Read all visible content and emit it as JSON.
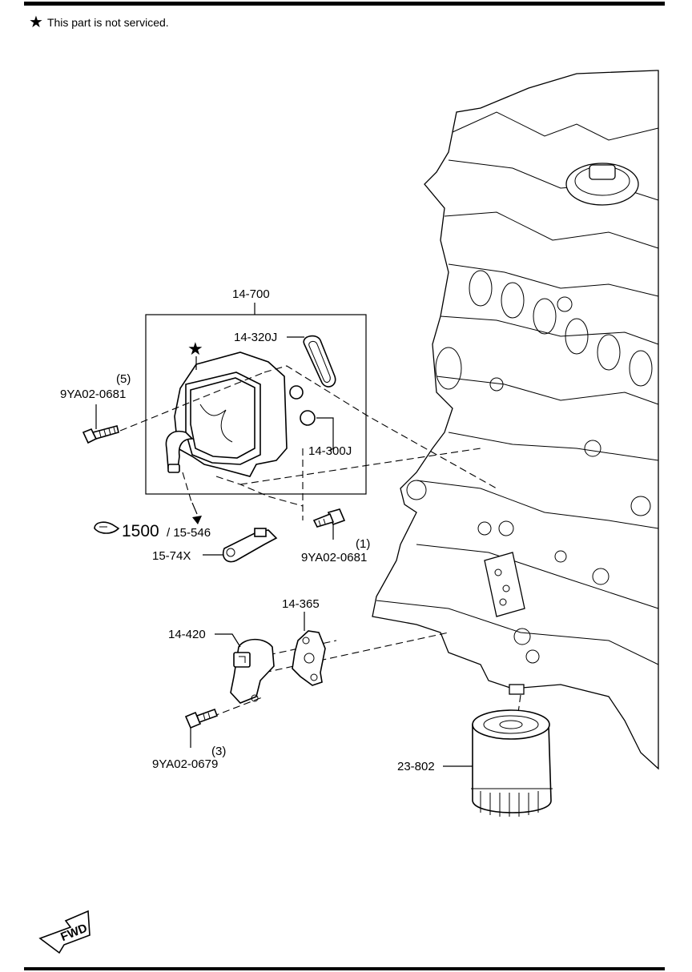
{
  "header_note": {
    "symbol": "★",
    "text": "This part is not serviced."
  },
  "labels": {
    "assembly": "14-700",
    "gasket_j": "14-320J",
    "orings": "14-300J",
    "bolt5_qty": "(5)",
    "bolt5_code": "9YA02-0681",
    "ref_main": "1500",
    "ref_sub": "/ 15-546",
    "bracket": "15-74X",
    "bolt1_qty": "(1)",
    "bolt1_code": "9YA02-0681",
    "gasket": "14-365",
    "sensor": "14-420",
    "bolt3_qty": "(3)",
    "bolt3_code": "9YA02-0679",
    "filter": "23-802",
    "fwd": "FWD"
  }
}
